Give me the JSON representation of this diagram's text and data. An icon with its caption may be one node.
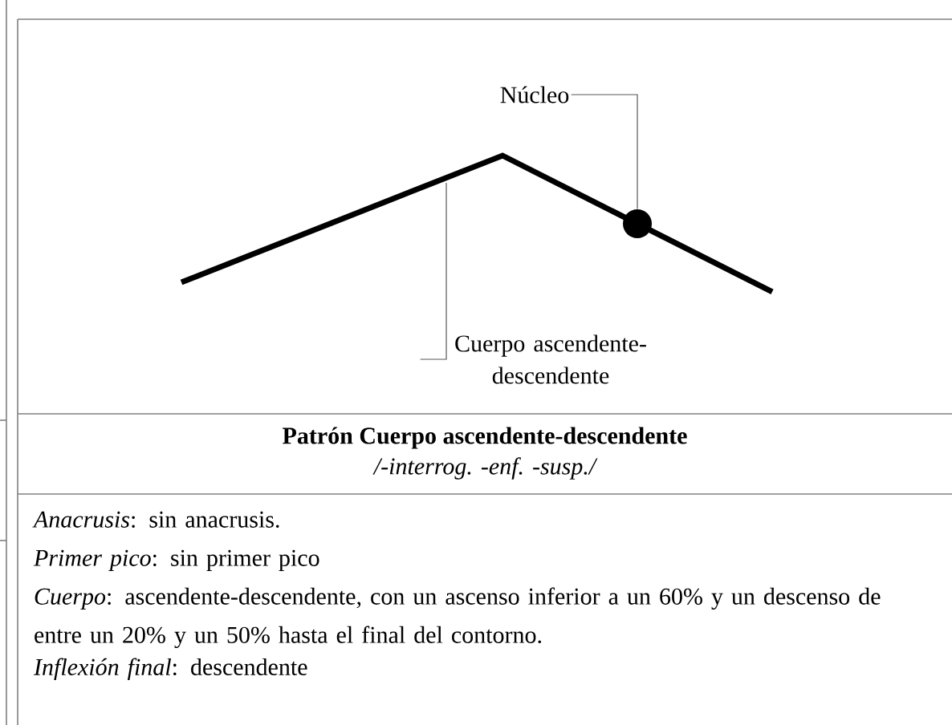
{
  "diagram": {
    "nodes": [
      {
        "text": [
          "Núcleo"
        ]
      },
      {
        "text": [],
        "shape": "circle",
        "in": 3
      },
      {
        "text": [
          "Cuerpo ascendente-descendente"
        ]
      },
      {
        "text": [],
        "shape": "line"
      }
    ],
    "edges": [
      {
        "from": 0,
        "to": 1,
        "arrow": "none"
      },
      {
        "from": 2,
        "to": 3,
        "arrow": "none"
      }
    ],
    "labels": [
      "Patrón Cuerpo ascendente-descendente",
      "/-interrog. -enf. -susp./",
      "*Anacrusis*: sin anacrusis.",
      "*Primer pico*: sin primer pico",
      "*Cuerpo*: ascendente-descendente, con un ascenso inferior a un 60% y un descenso de entre un 20% y un 50% hasta el final del contorno.",
      "*Inflexión final*: descendente"
    ]
  }
}
